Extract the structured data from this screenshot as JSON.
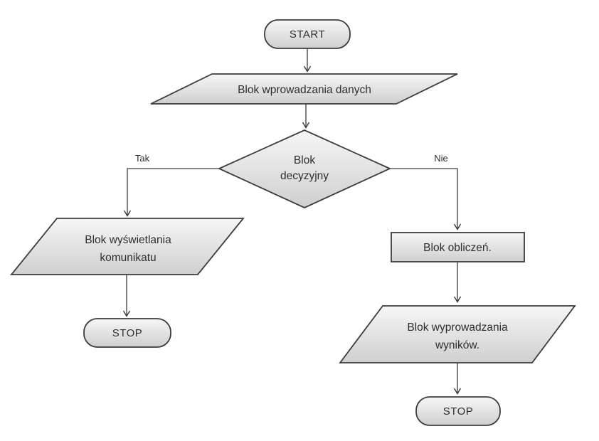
{
  "diagram": {
    "type": "flowchart",
    "background": "#ffffff",
    "colors": {
      "shape_fill_top": "#f6f6f6",
      "shape_fill_bottom": "#cfcfcf",
      "shape_border": "#3c3c3c",
      "connector": "#3a3a3a",
      "text": "#2e2e2e"
    },
    "nodes": [
      {
        "id": "start",
        "shape": "stadium",
        "label": "START"
      },
      {
        "id": "input-data",
        "shape": "parallelogram",
        "label": "Blok wprowadzania danych"
      },
      {
        "id": "decision",
        "shape": "diamond",
        "label": "Blok decyzyjny",
        "lines": [
          "Blok",
          "decyzyjny"
        ]
      },
      {
        "id": "display-message",
        "shape": "parallelogram",
        "label": "Blok wyświetlania komunikatu",
        "lines": [
          "Blok wyświetlania",
          "komunikatu"
        ]
      },
      {
        "id": "stop-left",
        "shape": "stadium",
        "label": "STOP"
      },
      {
        "id": "calculations",
        "shape": "rectangle",
        "label": "Blok obliczeń."
      },
      {
        "id": "output-results",
        "shape": "parallelogram",
        "label": "Blok wyprowadzania wyników.",
        "lines": [
          "Blok wyprowadzania",
          "wyników."
        ]
      },
      {
        "id": "stop-right",
        "shape": "stadium",
        "label": "STOP"
      }
    ],
    "edges": [
      {
        "from": "start",
        "to": "input-data",
        "label": ""
      },
      {
        "from": "input-data",
        "to": "decision",
        "label": ""
      },
      {
        "from": "decision",
        "to": "display-message",
        "label": "Tak"
      },
      {
        "from": "decision",
        "to": "calculations",
        "label": "Nie"
      },
      {
        "from": "display-message",
        "to": "stop-left",
        "label": ""
      },
      {
        "from": "calculations",
        "to": "output-results",
        "label": ""
      },
      {
        "from": "output-results",
        "to": "stop-right",
        "label": ""
      }
    ]
  }
}
